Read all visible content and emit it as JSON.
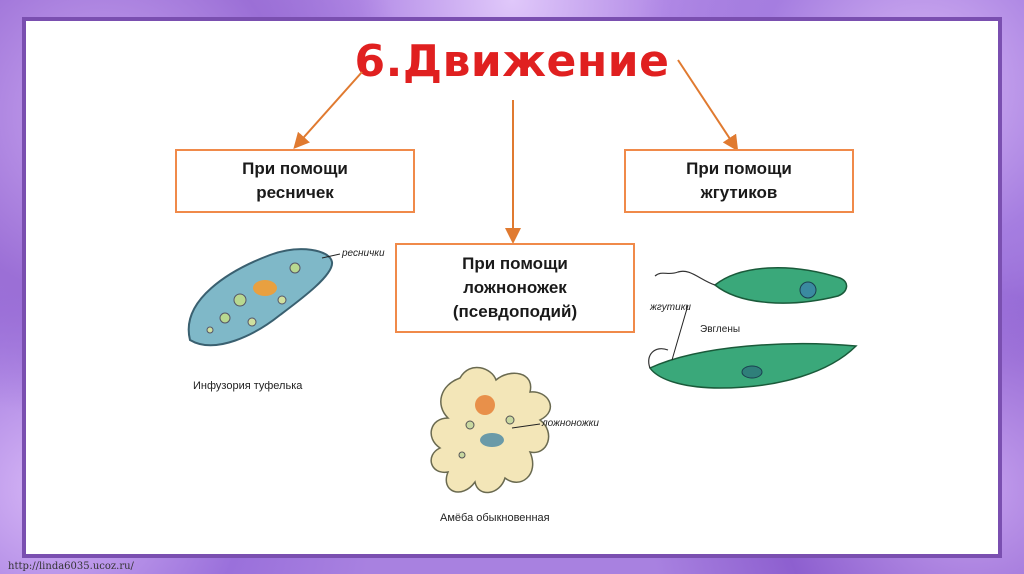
{
  "title": "6.Движение",
  "boxes": {
    "cilia": [
      "При помощи",
      "ресничек"
    ],
    "pseudopods": [
      "При помощи",
      "ложноножек",
      "(псевдоподий)"
    ],
    "flagella": [
      "При помощи",
      "жгутиков"
    ]
  },
  "labels": {
    "cilia_label": "реснички",
    "paramecium_caption": "Инфузория туфелька",
    "pseudopod_label": "ложноножки",
    "amoeba_caption": "Амёба обыкновенная",
    "flagella_label": "жгутики",
    "euglena_caption": "Эвглены"
  },
  "footer": "http://linda6035.ucoz.ru/",
  "colors": {
    "title": "#e02020",
    "box_border": "#f08a4a",
    "arrow": "#e07a30",
    "frame": "#7a4fb0"
  }
}
